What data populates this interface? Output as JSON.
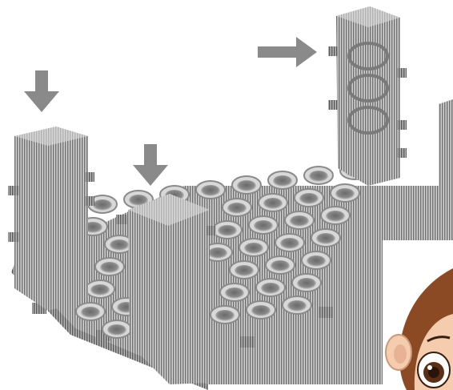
{
  "scene": {
    "subject": "gray-block-construction-illustration",
    "colors": {
      "background": "#ffffff",
      "block_light": "#d0d0d0",
      "block_mid": "#a8a8a8",
      "block_dark": "#7c7c7c",
      "stripe": "#6f6f6f",
      "arrow": "#8a8a8a",
      "hole_dark": "#5e5e5e",
      "cartoon_hair": "#8b4a24",
      "cartoon_skin": "#f5ccae",
      "cartoon_eye": "#3a1f10"
    },
    "arrows": [
      {
        "direction": "down",
        "icon": "arrow-down-icon"
      },
      {
        "direction": "down",
        "icon": "arrow-down-icon"
      },
      {
        "direction": "right",
        "icon": "arrow-right-icon"
      }
    ]
  }
}
